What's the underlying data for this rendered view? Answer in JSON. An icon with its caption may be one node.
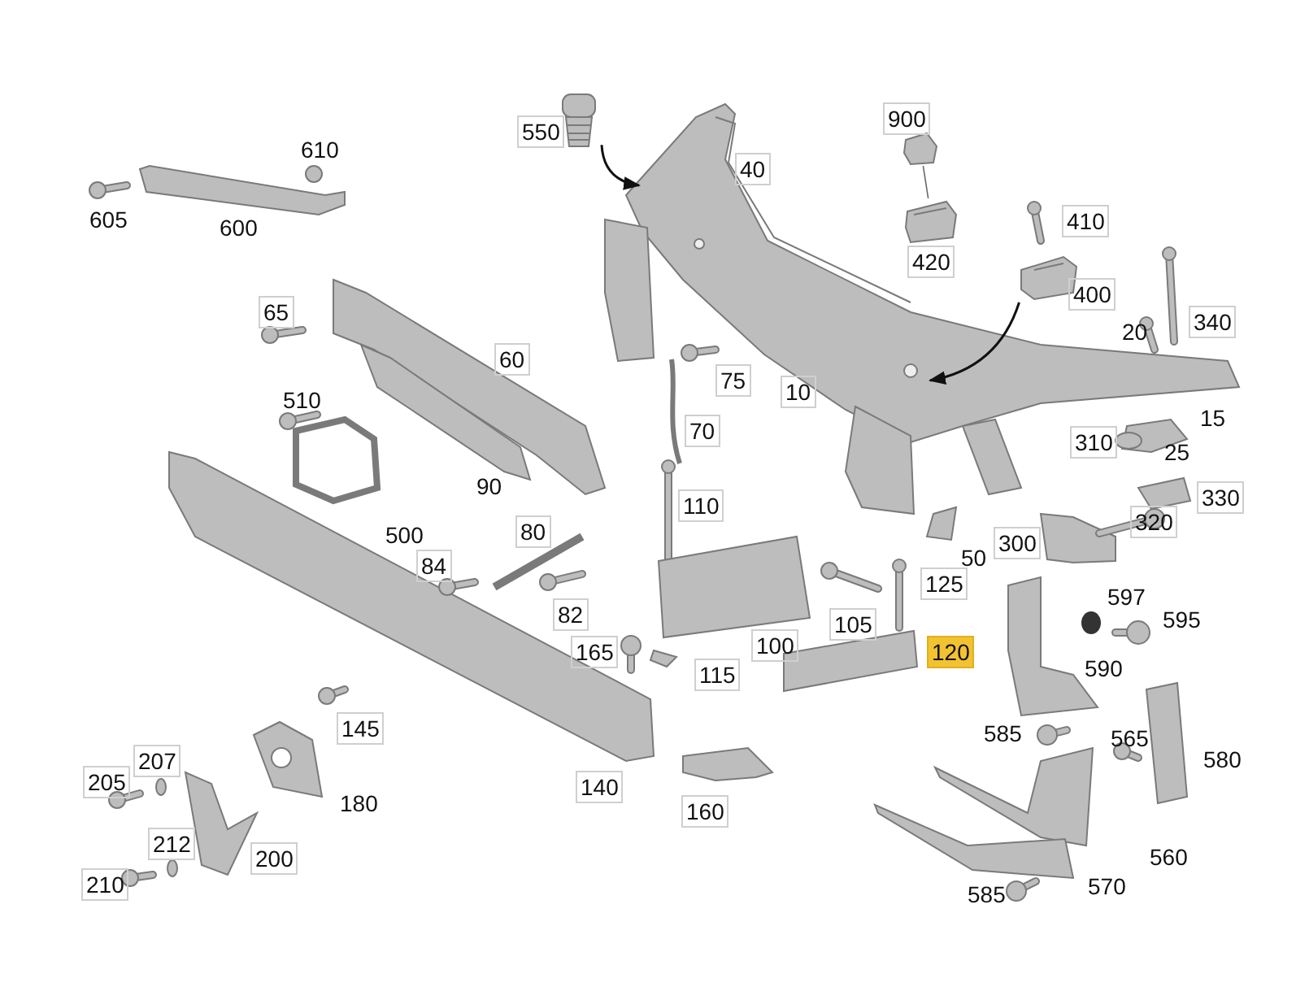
{
  "diagram": {
    "nodes": [
      {
        "text": [],
        "shape": "picture"
      },
      {
        "text": [],
        "shape": "picture"
      },
      {
        "text": [],
        "shape": "picture"
      },
      {
        "text": [],
        "shape": "picture"
      },
      {
        "text": [],
        "shape": "picture"
      }
    ],
    "edges": [
      {
        "from": 0,
        "to": 1,
        "arrow": "to"
      },
      {
        "from": 2,
        "to": 1,
        "arrow": "to"
      },
      {
        "from": 3,
        "to": 4,
        "arrow": "none"
      }
    ],
    "labels": [
      "550",
      "610",
      "40",
      "900",
      "605",
      "600",
      "410",
      "420",
      "400",
      "340",
      "20",
      "65",
      "60",
      "75",
      "10",
      "510",
      "15",
      "70",
      "310",
      "25",
      "90",
      "330",
      "110",
      "500",
      "80",
      "320",
      "50",
      "300",
      "84",
      "125",
      "597",
      "82",
      "105",
      "595",
      "165",
      "100",
      "120",
      "115",
      "590",
      "145",
      "585",
      "565",
      "207",
      "580",
      "205",
      "180",
      "140",
      "160",
      "212",
      "200",
      "560",
      "210",
      "570",
      "585"
    ]
  }
}
